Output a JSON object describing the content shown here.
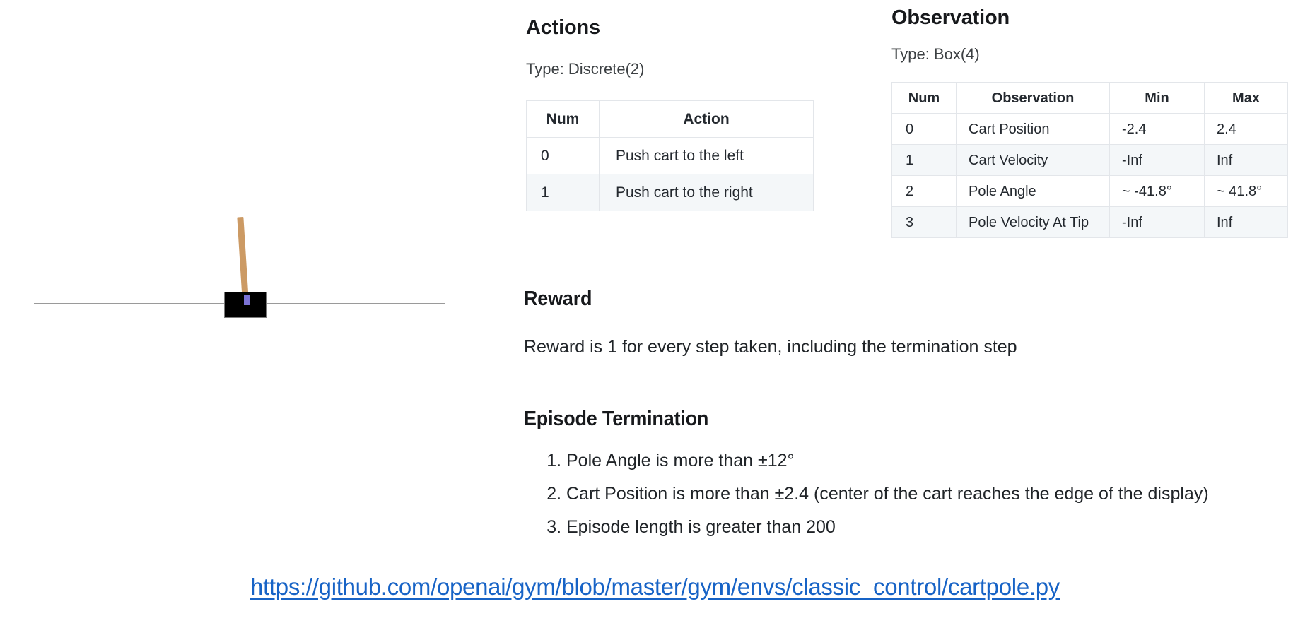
{
  "figure": {
    "name": "cartpole-environment-render",
    "cart_color": "#000000",
    "pole_color": "#cc9a64",
    "axle_color": "#7b72d4",
    "track_color": "#9a9a9a"
  },
  "actions": {
    "heading": "Actions",
    "type_line": "Type: Discrete(2)",
    "columns": [
      "Num",
      "Action"
    ],
    "rows": [
      {
        "num": "0",
        "action": "Push cart to the left"
      },
      {
        "num": "1",
        "action": "Push cart to the right"
      }
    ]
  },
  "observation": {
    "heading": "Observation",
    "type_line": "Type: Box(4)",
    "columns": [
      "Num",
      "Observation",
      "Min",
      "Max"
    ],
    "rows": [
      {
        "num": "0",
        "observation": "Cart Position",
        "min": "-2.4",
        "max": "2.4"
      },
      {
        "num": "1",
        "observation": "Cart Velocity",
        "min": "-Inf",
        "max": "Inf"
      },
      {
        "num": "2",
        "observation": "Pole Angle",
        "min": "~ -41.8°",
        "max": "~ 41.8°"
      },
      {
        "num": "3",
        "observation": "Pole Velocity At Tip",
        "min": "-Inf",
        "max": "Inf"
      }
    ]
  },
  "reward": {
    "heading": "Reward",
    "body": "Reward is 1 for every step taken, including the termination step"
  },
  "termination": {
    "heading": "Episode Termination",
    "items": [
      "Pole Angle is more than ±12°",
      "Cart Position is more than ±2.4 (center of the cart reaches the edge of the display)",
      "Episode length is greater than 200"
    ]
  },
  "link": {
    "text": "https://github.com/openai/gym/blob/master/gym/envs/classic_control/cartpole.py",
    "color": "#1763c6"
  },
  "colors": {
    "table_border": "#e3e6ea",
    "table_stripe": "#f4f7f9",
    "text": "#1f2328"
  }
}
